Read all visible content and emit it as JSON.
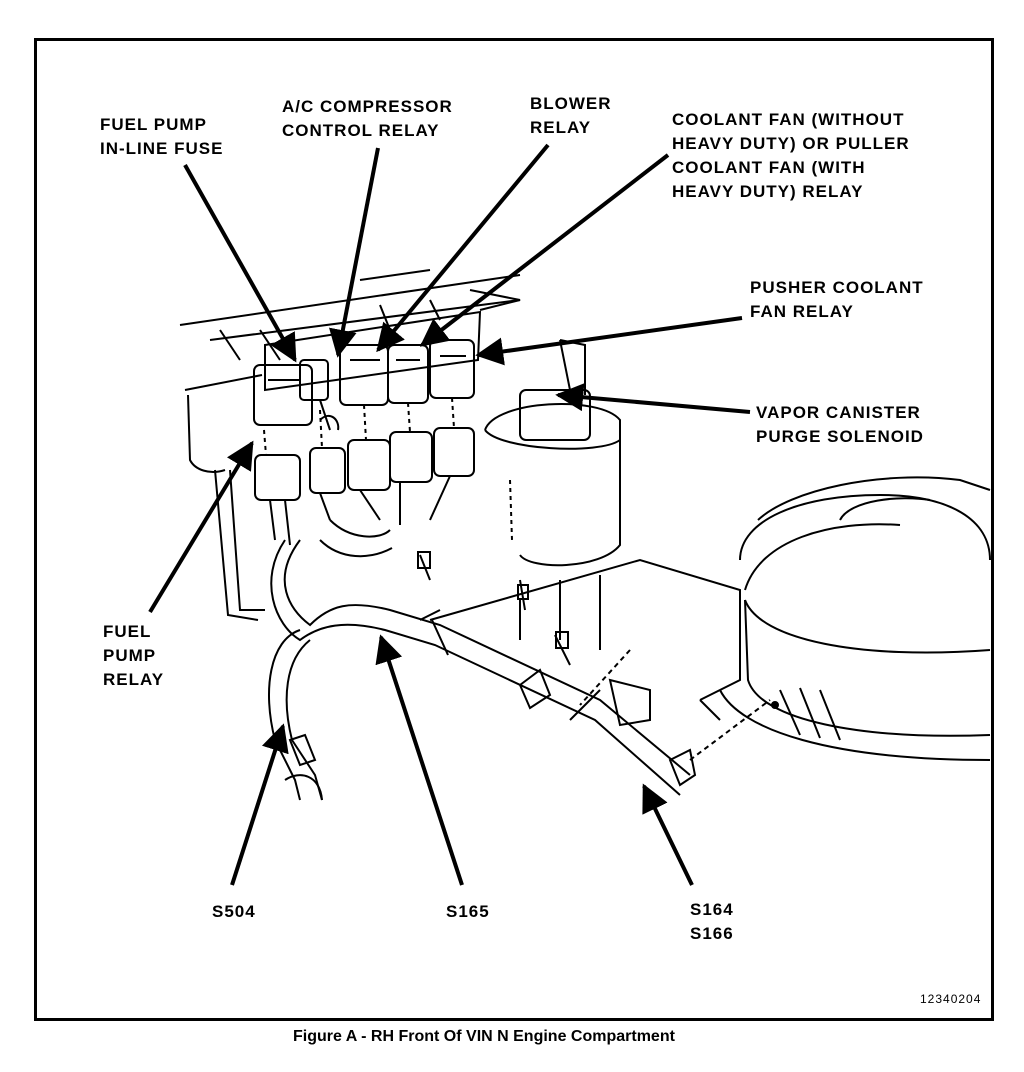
{
  "labels": {
    "fuel_pump_inline_fuse": "FUEL PUMP\nIN-LINE FUSE",
    "ac_compressor_relay": "A/C COMPRESSOR\nCONTROL RELAY",
    "blower_relay": "BLOWER\nRELAY",
    "coolant_fan_relay": "COOLANT FAN (WITHOUT\nHEAVY DUTY) OR PULLER\nCOOLANT FAN (WITH\nHEAVY DUTY) RELAY",
    "pusher_coolant_fan_relay": "PUSHER COOLANT\nFAN RELAY",
    "vapor_canister_purge_solenoid": "VAPOR CANISTER\nPURGE SOLENOID",
    "fuel_pump_relay": "FUEL\nPUMP\nRELAY",
    "s504": "S504",
    "s165": "S165",
    "s164_s166": "S164\nS166"
  },
  "reference_number": "12340204",
  "caption": "Figure A - RH Front Of VIN N Engine Compartment"
}
